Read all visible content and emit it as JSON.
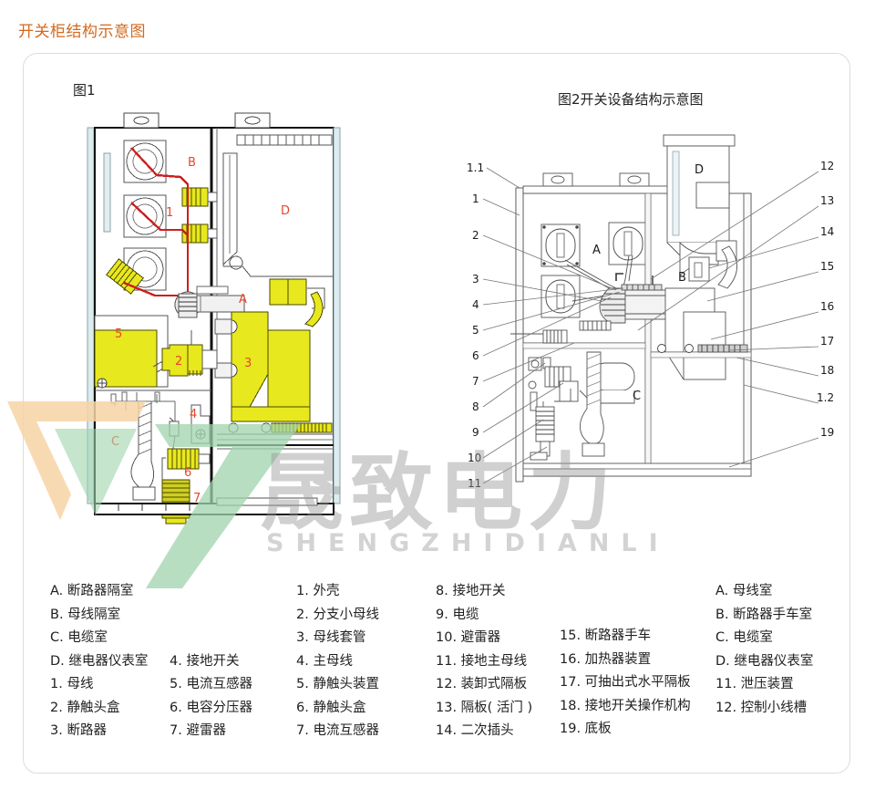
{
  "page": {
    "title": "开关柜结构示意图",
    "title_color": "#d2691e"
  },
  "figures": {
    "fig1": {
      "caption": "图1",
      "labels": {
        "A": "A",
        "B": "B",
        "C": "C",
        "D": "D",
        "n1": "1",
        "n2": "2",
        "n3": "3",
        "n4": "4",
        "n5": "5",
        "n6": "6",
        "n7": "7"
      }
    },
    "fig2": {
      "caption": "图2开关设备结构示意图",
      "labels_left": [
        "1.1",
        "1",
        "2",
        "3",
        "4",
        "5",
        "6",
        "7",
        "8",
        "9",
        "10",
        "11"
      ],
      "labels_right": [
        "12",
        "13",
        "14",
        "15",
        "16",
        "17",
        "18",
        "1.2",
        "19"
      ],
      "labels_zone": {
        "A": "A",
        "B": "B",
        "C": "C",
        "D": "D"
      }
    }
  },
  "watermark": {
    "text": "晟致电力",
    "subtext": "SHENGZHIDIANLI"
  },
  "legend": {
    "columns": [
      {
        "id": "col0",
        "items": [
          "A. 断路器隔室",
          "B. 母线隔室",
          "C. 电缆室",
          "D. 继电器仪表室",
          "1. 母线",
          "2. 静触头盒",
          "3. 断路器"
        ]
      },
      {
        "id": "col1",
        "items": [
          "",
          "",
          "",
          "4. 接地开关",
          "5. 电流互感器",
          "6. 电容分压器",
          "7. 避雷器"
        ]
      },
      {
        "id": "col2",
        "items": [
          "1. 外壳",
          "2. 分支小母线",
          "3. 母线套管",
          "4. 主母线",
          "5. 静触头装置",
          "6. 静触头盒",
          "7. 电流互感器"
        ]
      },
      {
        "id": "col3",
        "items": [
          "8. 接地开关",
          "9. 电缆",
          "10. 避雷器",
          "11. 接地主母线",
          "12. 装卸式隔板",
          "13. 隔板( 活门 )",
          "14. 二次插头"
        ]
      },
      {
        "id": "col4",
        "items": [
          "15. 断路器手车",
          "16. 加热器装置",
          "17. 可抽出式水平隔板",
          "18. 接地开关操作机构",
          "19. 底板"
        ]
      },
      {
        "id": "col5",
        "items": [
          "A. 母线室",
          "B. 断路器手车室",
          "C. 电缆室",
          "D. 继电器仪表室",
          "11. 泄压装置",
          "12. 控制小线槽"
        ]
      }
    ]
  },
  "colors": {
    "accent_orange": "#d2691e",
    "label_red": "#e8452c",
    "component_yellow": "#e8e81e",
    "busbar_red": "#cc1f1f",
    "line_dark": "#333333",
    "watermark_gray": "#969696",
    "watermark_green": "#8fc49a",
    "watermark_orange": "#f5c98a"
  }
}
